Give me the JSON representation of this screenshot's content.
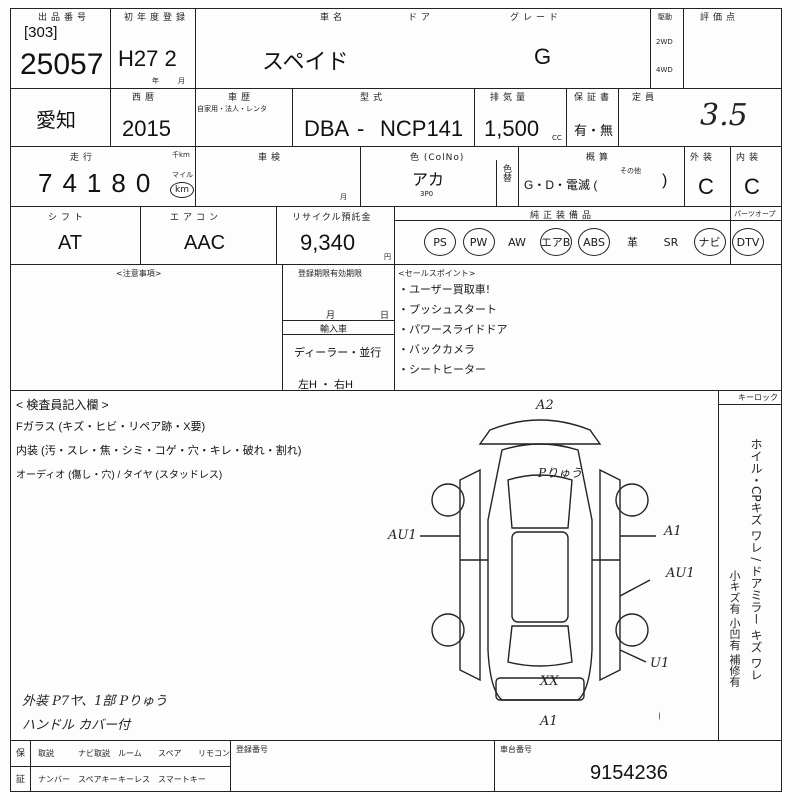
{
  "header": {
    "exhibit_label": "出品番号",
    "lot_box": "[303]",
    "lot_number": "25057",
    "first_reg_label": "初年度登録",
    "first_reg": "H27 2",
    "year_label": "年",
    "month_label": "月",
    "car_name_label": "車名",
    "door_label": "ドア",
    "grade_label": "グレード",
    "car_name": "スペイド",
    "grade": "G",
    "drive_label": "駆動",
    "drive_2wd": "2WD",
    "drive_4wd": "4WD",
    "score_label": "評価点",
    "score": "3.5"
  },
  "row2": {
    "region": "愛知",
    "seireki_label": "西暦",
    "seireki": "2015",
    "shaken_label": "車歴",
    "shaken_sub": "自家用・法人・レンタ",
    "model_label": "型式",
    "model_prefix": "DBA",
    "model_dash": "-",
    "model_code": "NCP141",
    "displacement_label": "排気量",
    "displacement": "1,500",
    "cc": "CC",
    "certificate_label": "保証書",
    "certificate": "有・無",
    "capacity_label": "定員"
  },
  "row3": {
    "mileage_label": "走行",
    "thousand": "千km",
    "mileage": "74180",
    "mile_label": "マイル",
    "km_label": "km",
    "inspection_label": "車検",
    "month_unit": "月",
    "color_label": "色 (ColNo)",
    "color": "アカ",
    "color_code": "3P0",
    "color_change_label": "色替",
    "extras_label": "概算",
    "extras": "G・D・電滅 (",
    "extras_other": "その他",
    "extras_close": ")",
    "exterior_label": "外装",
    "exterior": "C",
    "interior_label": "内装",
    "interior": "C"
  },
  "row4": {
    "shift_label": "シフト",
    "shift": "AT",
    "ac_label": "エアコン",
    "ac": "AAC",
    "recycle_label": "リサイクル預託金",
    "recycle": "9,340",
    "yen": "円",
    "equipment_label": "純正装備品",
    "equipment": [
      "PS",
      "PW",
      "AW",
      "エアB",
      "ABS",
      "革",
      "SR",
      "ナビ",
      "DTV"
    ],
    "circled": [
      "PS",
      "PW",
      "エアB",
      "ABS",
      "ナビ",
      "DTV"
    ],
    "option_label": "パーツオープ"
  },
  "row5": {
    "memo_label": "<注意事項>",
    "period_label": "登録期限有効期限",
    "month": "月",
    "day": "日",
    "import_label": "輸入車",
    "dealer": "ディーラー・並行",
    "handle": "左H ・ 右H",
    "sales_label": "<セールスポイント>",
    "sales_points": [
      "・ユーザー買取車!",
      "・プッシュスタート",
      "・パワースライドドア",
      "・バックカメラ",
      "・シートヒーター"
    ]
  },
  "inspection": {
    "title": "< 検査員記入欄 >",
    "glass": "Fガラス (キズ・ヒビ・リペア跡・X要)",
    "interior": "内装 (汚・スレ・焦・シミ・コゲ・穴・キレ・破れ・割れ)",
    "audio": "オーディオ (傷し・穴) / タイヤ (スタッドレス)",
    "keylock_label": "キーロック",
    "side_note": "ホイル・CPキズ ワレ / ドアミラー キズ ワレ",
    "side_note2": "小キズ有 小凹有 補修有"
  },
  "diagram_marks": {
    "front": "A2",
    "roof": "Pりゅう",
    "left": "AU1",
    "right_top": "A1",
    "right_mid": "AU1",
    "rear_right": "U1",
    "rear_center": "XX",
    "rear": "A1"
  },
  "handwritten": {
    "line1": "外装 P7ヤ、1部 Pりゅう",
    "line2": "ハンドル カバー付"
  },
  "footer": {
    "items_top": [
      "取説",
      "ナビ取説",
      "ルーム",
      "スペア",
      "リモコン"
    ],
    "items_bottom": [
      "ナンバー",
      "スペアキー",
      "キーレス",
      "スマートキー"
    ],
    "left_labels": [
      "保",
      "証"
    ],
    "reg_label": "登録番号",
    "chassis_label": "車台番号",
    "chassis": "9154236"
  },
  "colors": {
    "ink": "#1a1a1a",
    "paper": "#fdfdfd"
  }
}
